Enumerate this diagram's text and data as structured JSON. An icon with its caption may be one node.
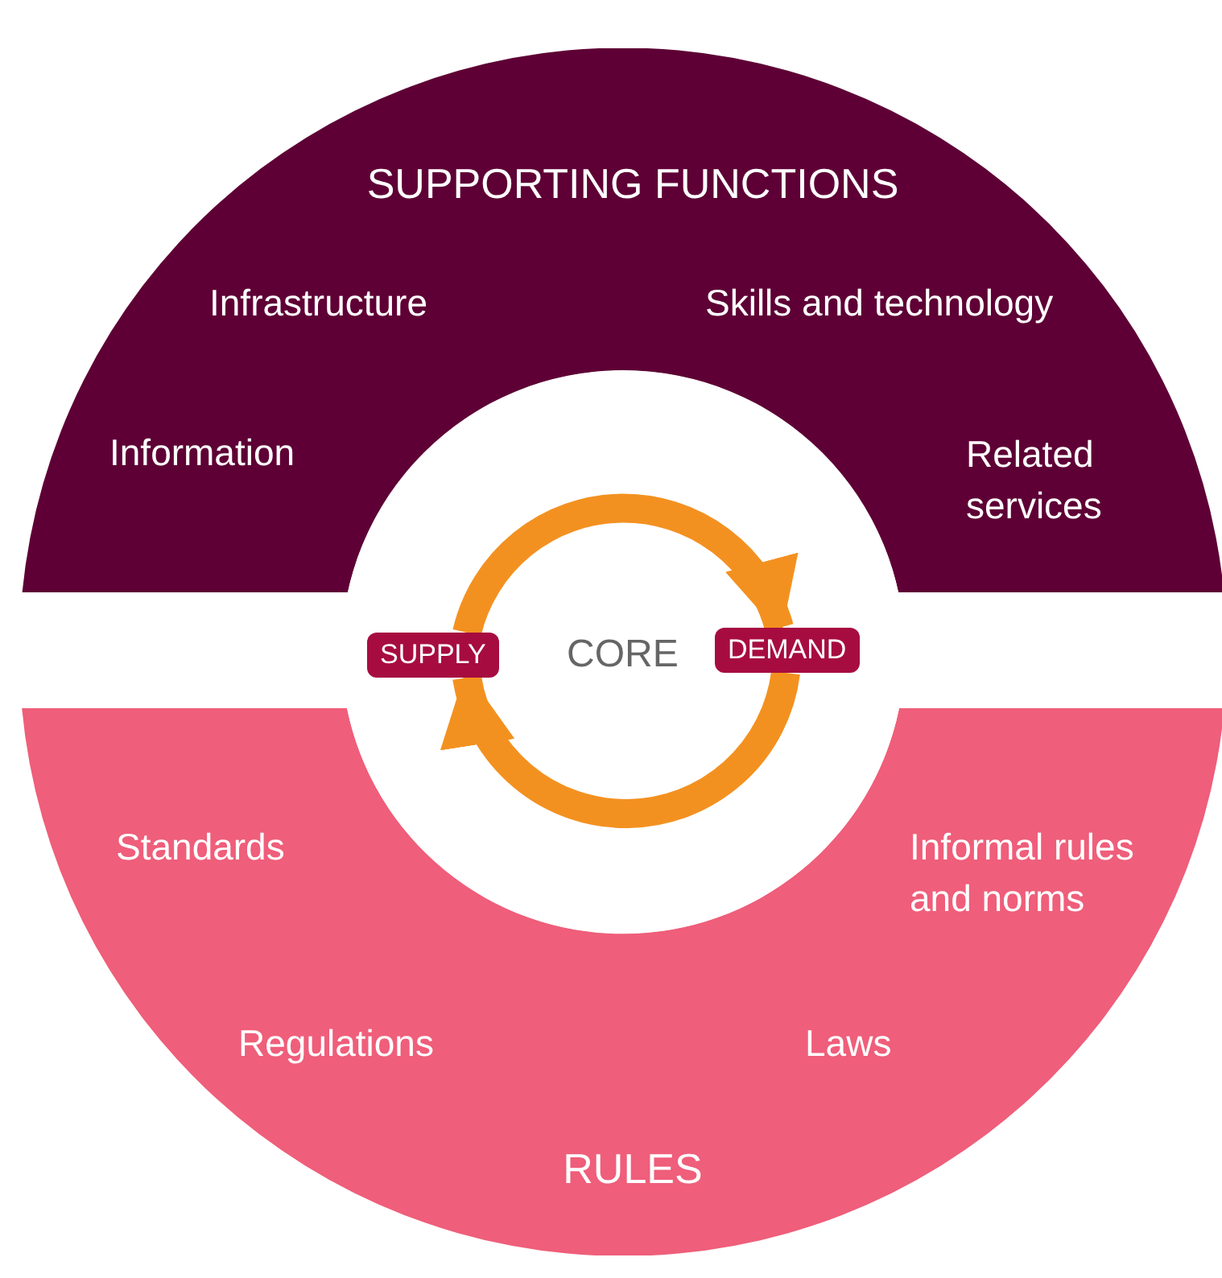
{
  "diagram": {
    "nodes": [
      {
        "text": [
          "SUPPORTING FUNCTIONS",
          "Infrastructure",
          "Skills and technology",
          "Information",
          "Related services"
        ]
      },
      {
        "text": [
          "Standards",
          "Informal rules and norms",
          "Regulations",
          "Laws",
          "RULES"
        ]
      },
      {
        "text": [
          "CORE"
        ]
      },
      {
        "text": [
          "SUPPLY"
        ],
        "in": 2
      },
      {
        "text": [
          "DEMAND"
        ],
        "in": 2
      }
    ],
    "edges": [
      {
        "from": 3,
        "to": 4,
        "arrow": "to"
      },
      {
        "from": 4,
        "to": 3,
        "arrow": "to"
      }
    ]
  }
}
